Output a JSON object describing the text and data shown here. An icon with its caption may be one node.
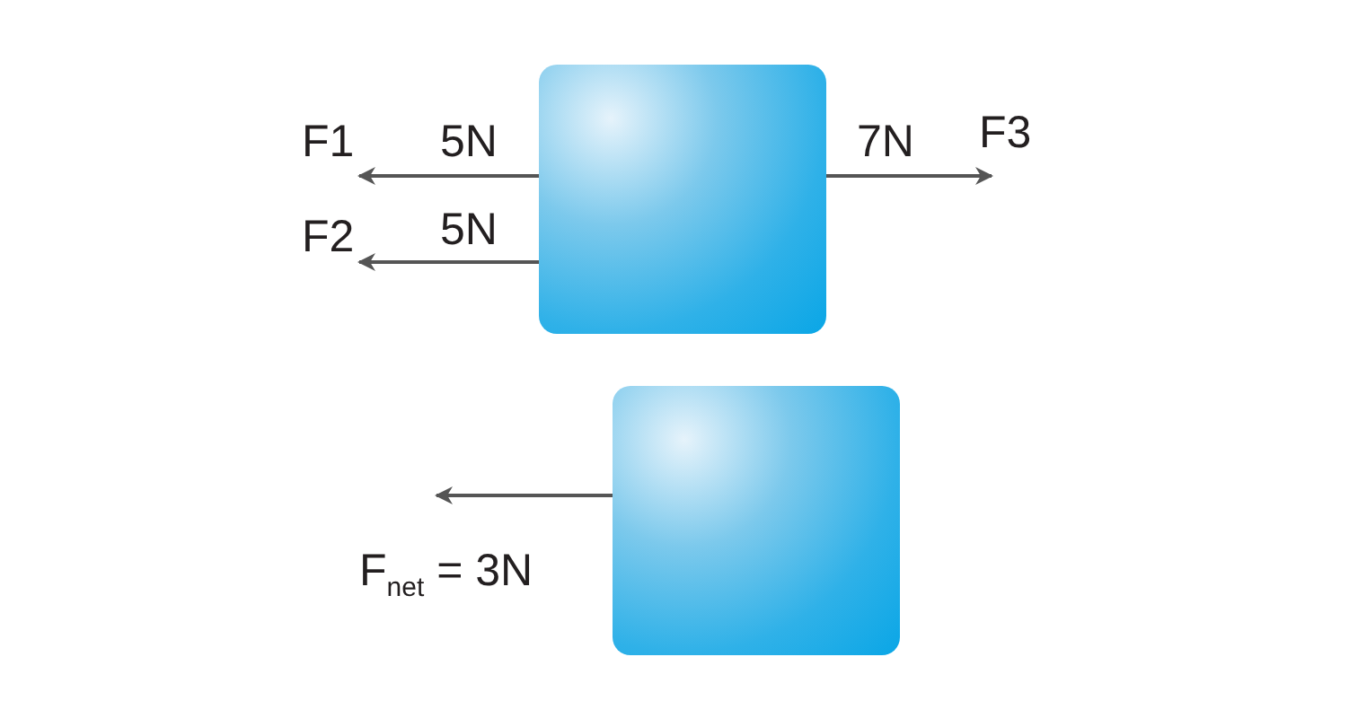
{
  "diagram": {
    "nodes": [
      {
        "text": [],
        "shape": "box"
      },
      {
        "text": [],
        "shape": "box"
      }
    ],
    "labels": [
      "F1",
      "5N",
      "F2",
      "5N",
      "7N",
      "F3",
      "F$_{net}$ = 3N"
    ]
  }
}
